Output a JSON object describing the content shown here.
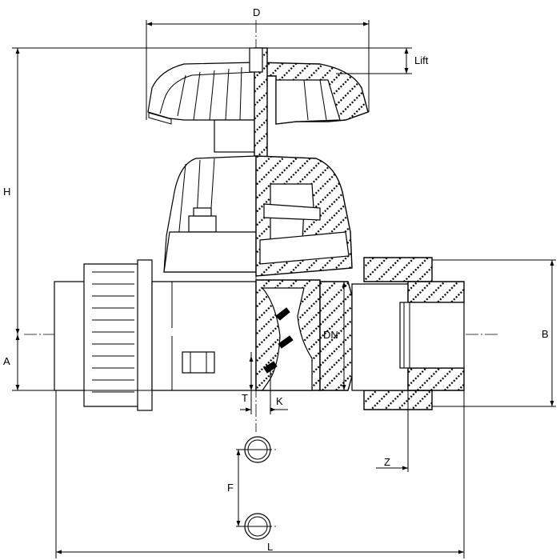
{
  "dimensions": {
    "D": "D",
    "Lift": "Lift",
    "H": "H",
    "A": "A",
    "B": "B",
    "DN": "DN",
    "T": "T",
    "K": "K",
    "Z": "Z",
    "F": "F",
    "L": "L"
  },
  "colors": {
    "line": "#000000",
    "background": "#ffffff"
  }
}
